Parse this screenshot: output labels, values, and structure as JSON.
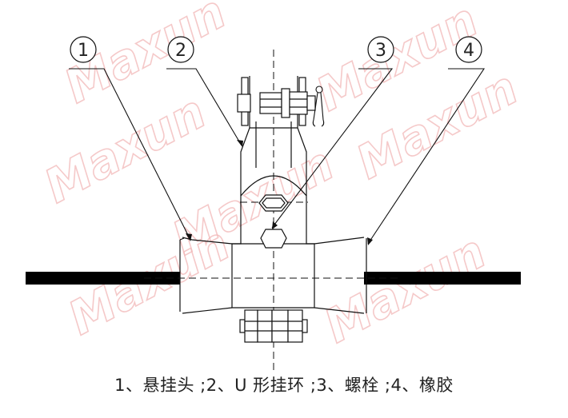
{
  "watermark": "Maxun",
  "callouts": [
    {
      "id": "1",
      "label": "1"
    },
    {
      "id": "2",
      "label": "2"
    },
    {
      "id": "3",
      "label": "3"
    },
    {
      "id": "4",
      "label": "4"
    }
  ],
  "caption": "1、悬挂头 ;2、U 形挂环 ;3、螺栓 ;4、橡胶",
  "colors": {
    "line": "#111111",
    "watermark": "#f2b8b8",
    "cable": "#000000"
  }
}
